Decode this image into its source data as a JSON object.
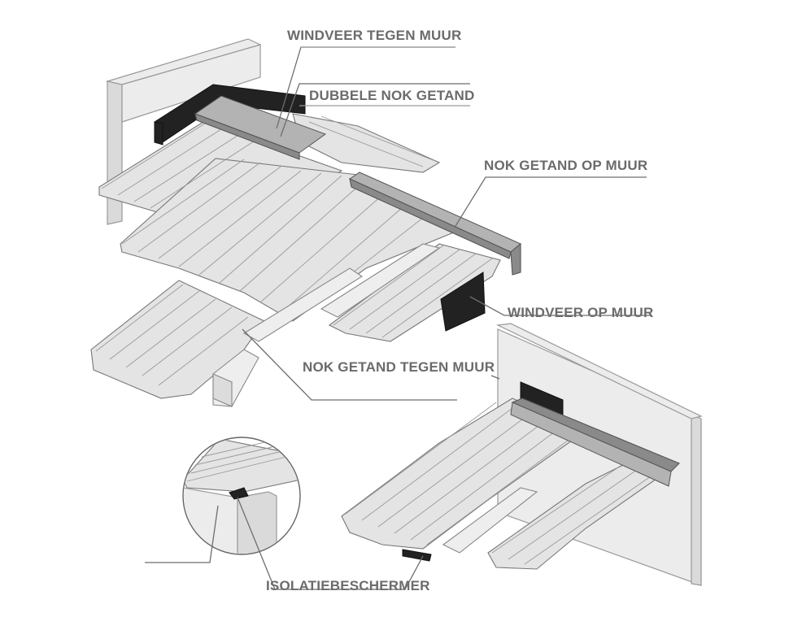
{
  "labels": {
    "windveer_tegen_muur": "WINDVEER TEGEN MUUR",
    "dubbele_nok_getand": "DUBBELE NOK GETAND",
    "nok_getand_op_muur": "NOK GETAND OP MUUR",
    "windveer_op_muur": "WINDVEER OP MUUR",
    "nok_getand_tegen_muur": "NOK GETAND TEGEN MUUR",
    "isolatiebeschermer": "ISOLATIEBESCHERMER"
  },
  "colors": {
    "label_text": "#6b6b6b",
    "sheet": "#e4e4e4",
    "ridge": "#8a8a8a",
    "windveer": "#222222",
    "wall": "#ececec"
  }
}
